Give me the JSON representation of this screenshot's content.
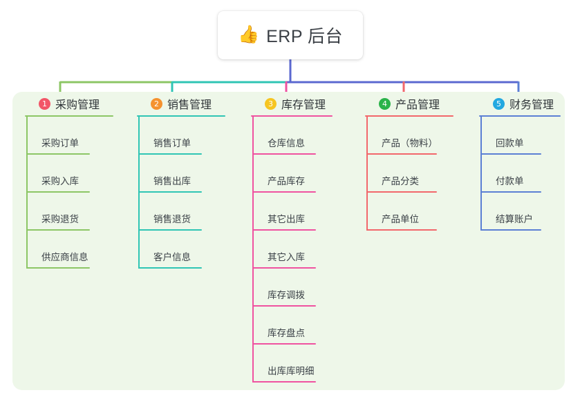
{
  "root": {
    "icon": "thumbs-up-emoji",
    "emoji": "👍",
    "title": "ERP 后台"
  },
  "theme": {
    "panel_background": "#eef7e9",
    "page_background": "#ffffff",
    "root_stem_color": "#5b68d0",
    "text_color": "#3b4147"
  },
  "columns": [
    {
      "number": "1",
      "title": "采购管理",
      "badge_color": "#f25668",
      "line_color": "#8cc665",
      "items": [
        "采购订单",
        "采购入库",
        "采购退货",
        "供应商信息"
      ]
    },
    {
      "number": "2",
      "title": "销售管理",
      "badge_color": "#f5922f",
      "line_color": "#2fc5b4",
      "items": [
        "销售订单",
        "销售出库",
        "销售退货",
        "客户信息"
      ]
    },
    {
      "number": "3",
      "title": "库存管理",
      "badge_color": "#f6c521",
      "line_color": "#ef52a0",
      "items": [
        "仓库信息",
        "产品库存",
        "其它出库",
        "其它入库",
        "库存调拨",
        "库存盘点",
        "出库库明细"
      ]
    },
    {
      "number": "4",
      "title": "产品管理",
      "badge_color": "#2bb34a",
      "line_color": "#f2676b",
      "items": [
        "产品（物料）",
        "产品分类",
        "产品单位"
      ]
    },
    {
      "number": "5",
      "title": "财务管理",
      "badge_color": "#23a8e0",
      "line_color": "#5b7fd4",
      "items": [
        "回款单",
        "付款单",
        "结算账户"
      ]
    }
  ]
}
